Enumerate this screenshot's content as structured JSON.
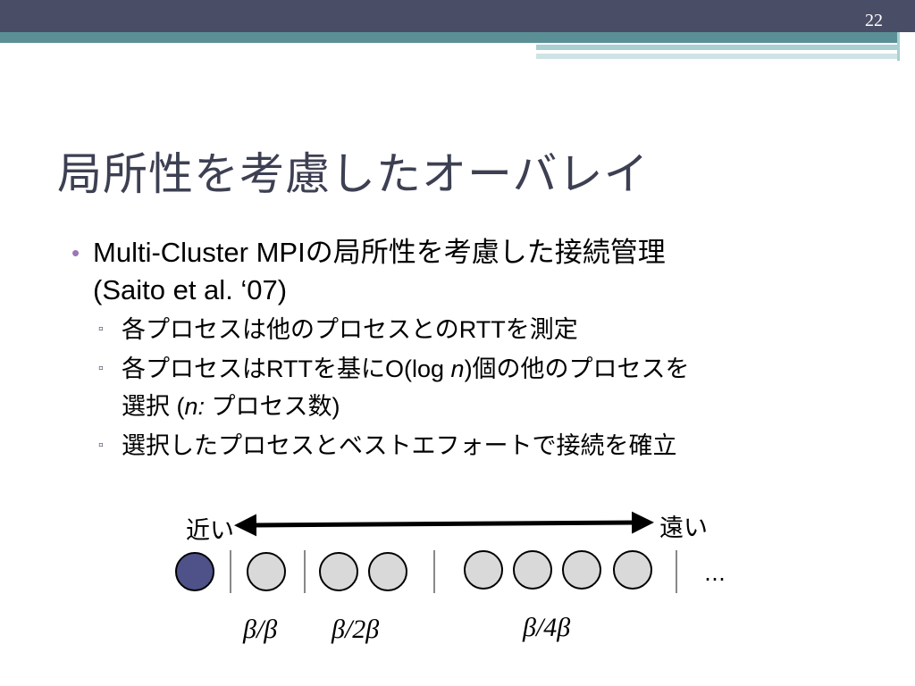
{
  "slide_number": "22",
  "title": "局所性を考慮したオーバレイ",
  "bullets": {
    "main": "Multi-Cluster MPIの局所性を考慮した接続管理",
    "main_cont": "(Saito et al. ‘07)",
    "sub1": "各プロセスは他のプロセスとのRTTを測定",
    "sub2_a": "各プロセスはRTTを基にO(log ",
    "sub2_n": "n",
    "sub2_b": ")個の他のプロセスを",
    "sub2_c": "選択 (",
    "sub2_d": "n:",
    "sub2_e": " プロセス数)",
    "sub3": "選択したプロセスとベストエフォートで接続を確立"
  },
  "diagram": {
    "near_label": "近い",
    "far_label": "遠い",
    "ellipsis": "…",
    "labels": [
      "β/β",
      "β/2β",
      "β/4β"
    ],
    "colors": {
      "self": "#4e5289",
      "other": "#d9d9d9",
      "stroke": "#000000"
    }
  }
}
